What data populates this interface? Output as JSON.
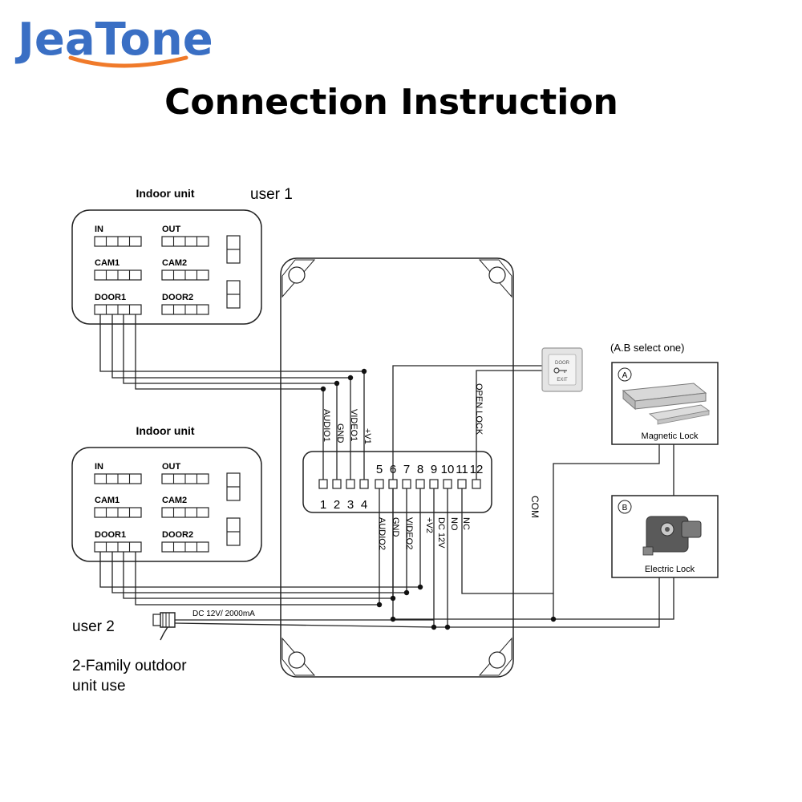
{
  "brand": {
    "name": "JeaTone",
    "color_blue": "#3a6fc4",
    "color_orange": "#f07a2a"
  },
  "title": "Connection Instruction",
  "user1": {
    "heading": "Indoor unit",
    "user_label": "user 1",
    "ports": [
      "IN",
      "OUT",
      "CAM1",
      "CAM2",
      "DOOR1",
      "DOOR2"
    ]
  },
  "user2": {
    "heading": "Indoor unit",
    "user_label": "user 2",
    "ports": [
      "IN",
      "OUT",
      "CAM1",
      "CAM2",
      "DOOR1",
      "DOOR2"
    ]
  },
  "caption": [
    "2-Family outdoor",
    "unit use"
  ],
  "terminal": {
    "numbers": [
      "1",
      "2",
      "3",
      "4",
      "5",
      "6",
      "7",
      "8",
      "9",
      "10",
      "11",
      "12"
    ],
    "top_labels": [
      "AUDIO1",
      "GND",
      "VIDEO1",
      "+V1"
    ],
    "bottom_labels": [
      "AUDIO2",
      "GND",
      "VIDEO2",
      "+V2",
      "DC 12V",
      "NO",
      "NC"
    ],
    "open_lock": "OPEN LOCK"
  },
  "power": {
    "label": "DC 12V/ 2000mA"
  },
  "com_label": "COM",
  "exit_button": {
    "line1": "DOOR",
    "line2": "EXIT"
  },
  "locks": {
    "select_note": "(A.B select one)",
    "a": {
      "mark": "A",
      "name": "Magnetic Lock"
    },
    "b": {
      "mark": "B",
      "name": "Electric Lock"
    }
  }
}
